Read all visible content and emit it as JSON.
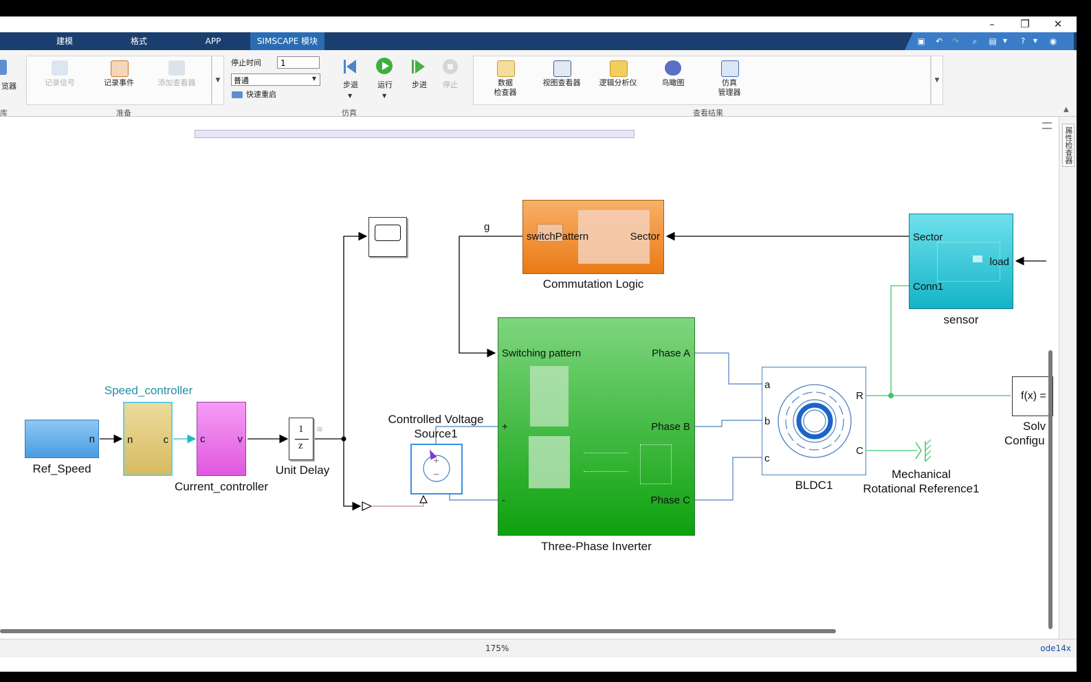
{
  "window": {
    "minimize": "–",
    "restore": "❐",
    "close": "✕"
  },
  "tabs": [
    {
      "label": "建模",
      "active": false
    },
    {
      "label": "格式",
      "active": false
    },
    {
      "label": "APP",
      "active": false
    },
    {
      "label": "SIMSCAPE 模块",
      "active": true
    }
  ],
  "quick_access": [
    "save-icon",
    "undo-icon",
    "redo-icon",
    "zoom-icon",
    "print-icon",
    "help-icon",
    "options-icon"
  ],
  "ribbon": {
    "library_browser_label": "览器",
    "library_group_label": "库",
    "prepare": {
      "log_signals": "记录信号",
      "log_events": "记录事件",
      "add_viewer": "添加查看器",
      "group_label": "准备"
    },
    "simulate": {
      "stop_time_label": "停止时间",
      "stop_time_value": "1",
      "mode_value": "普通",
      "fast_restart": "快速重启",
      "step_back": "步退",
      "run": "运行",
      "step_forward": "步进",
      "stop": "停止",
      "group_label": "仿真"
    },
    "review": {
      "data_inspector_line1": "数据",
      "data_inspector_line2": "检查器",
      "view_viewer": "视图查看器",
      "logic_analyzer": "逻辑分析仪",
      "birds_eye": "鸟瞰图",
      "sim_manager_line1": "仿真",
      "sim_manager_line2": "管理器",
      "group_label": "查看结果"
    }
  },
  "side_panel": {
    "property_inspector": "属性检查器"
  },
  "diagram": {
    "blocks": {
      "ref_speed": {
        "label": "Ref_Speed",
        "port_out": "n"
      },
      "speed_controller": {
        "label": "Speed_controller",
        "port_in": "n",
        "port_out": "c"
      },
      "current_controller": {
        "label": "Current_controller",
        "port_in": "c",
        "port_out": "v"
      },
      "unit_delay": {
        "label": "Unit Delay",
        "numerator": "1",
        "denominator": "z"
      },
      "cvs": {
        "label_line1": "Controlled Voltage",
        "label_line2": "Source1",
        "plus": "+",
        "minus": "−"
      },
      "commutation": {
        "label": "Commutation Logic",
        "port_in": "switchPattern",
        "port_out": "Sector"
      },
      "inverter": {
        "label": "Three-Phase Inverter",
        "port_sw": "Switching pattern",
        "port_plus": "+",
        "port_minus": "-",
        "phase_a": "Phase A",
        "phase_b": "Phase B",
        "phase_c": "Phase C"
      },
      "sensor": {
        "label": "sensor",
        "port_sector": "Sector",
        "port_load": "load",
        "port_conn": "Conn1"
      },
      "bldc": {
        "label": "BLDC1",
        "port_a": "a",
        "port_b": "b",
        "port_c": "c",
        "port_r": "R",
        "port_cc": "C"
      },
      "mech_ref": {
        "label_line1": "Mechanical",
        "label_line2": "Rotational Reference1"
      },
      "solver": {
        "label_line1": "Solv",
        "label_line2": "Configu",
        "symbol": "f(x) ="
      }
    },
    "signal_g": "g"
  },
  "status": {
    "zoom": "175%",
    "solver": "ode14x"
  },
  "colors": {
    "tabbar": "#1a3f6e",
    "tab_active": "#2a6cb3",
    "inverter": "#3cc23c",
    "commutation": "#f08a1e",
    "sensor": "#23bfd2",
    "ref_speed": "#5aabe8",
    "speed_ctrl": "#e3cc7a",
    "current_ctrl": "#ee66ee",
    "physical_line": "#4a7fc1",
    "mech_line": "#3fc46a"
  }
}
